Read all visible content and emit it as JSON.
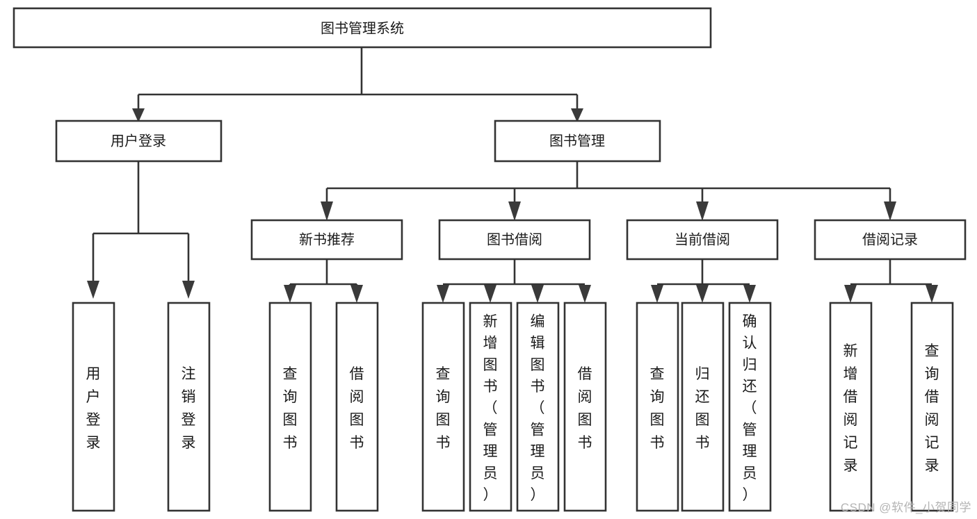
{
  "diagram": {
    "type": "tree-hierarchy",
    "title": "图书管理系统",
    "root": {
      "label": "图书管理系统"
    },
    "level2": [
      {
        "id": "user-login",
        "label": "用户登录"
      },
      {
        "id": "book-management",
        "label": "图书管理"
      }
    ],
    "level3": [
      {
        "id": "new-book-recommend",
        "label": "新书推荐",
        "parent": "book-management"
      },
      {
        "id": "book-borrow",
        "label": "图书借阅",
        "parent": "book-management"
      },
      {
        "id": "current-borrow",
        "label": "当前借阅",
        "parent": "book-management"
      },
      {
        "id": "borrow-record",
        "label": "借阅记录",
        "parent": "book-management"
      }
    ],
    "leaves": {
      "user-login": [
        {
          "id": "leaf-user-login",
          "label": "用户登录"
        },
        {
          "id": "leaf-logout",
          "label": "注销登录"
        }
      ],
      "new-book-recommend": [
        {
          "id": "leaf-query-book-1",
          "label": "查询图书"
        },
        {
          "id": "leaf-borrow-book-1",
          "label": "借阅图书"
        }
      ],
      "book-borrow": [
        {
          "id": "leaf-query-book-2",
          "label": "查询图书"
        },
        {
          "id": "leaf-add-book",
          "label": "新增图书（管理员）"
        },
        {
          "id": "leaf-edit-book",
          "label": "编辑图书（管理员）"
        },
        {
          "id": "leaf-borrow-book-2",
          "label": "借阅图书"
        }
      ],
      "current-borrow": [
        {
          "id": "leaf-query-book-3",
          "label": "查询图书"
        },
        {
          "id": "leaf-return-book",
          "label": "归还图书"
        },
        {
          "id": "leaf-confirm-return",
          "label": "确认归还（管理员）"
        }
      ],
      "borrow-record": [
        {
          "id": "leaf-add-record",
          "label": "新增借阅记录"
        },
        {
          "id": "leaf-query-record",
          "label": "查询借阅记录"
        }
      ]
    },
    "colors": {
      "stroke": "#333333",
      "fill": "#ffffff",
      "text": "#1a1a1a",
      "arrow": "#3a3a3a",
      "watermark": "#b4b4b4"
    }
  },
  "watermark": {
    "text": "CSDN @软件_小贺同学"
  }
}
